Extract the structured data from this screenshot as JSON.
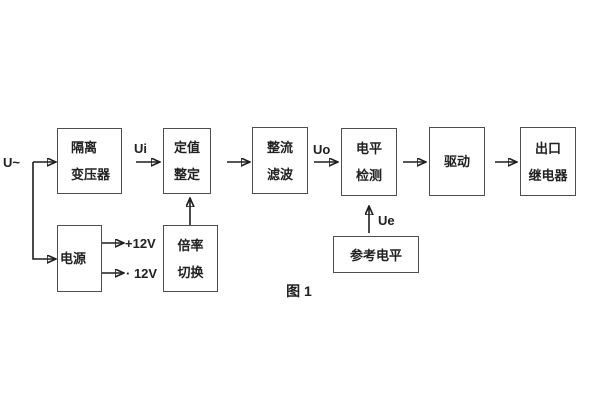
{
  "figure": {
    "caption": "图 1",
    "background_color": "#ffffff",
    "line_color": "#1e1e1e",
    "box_border_color": "#4e4e4e",
    "text_color": "#212121"
  },
  "signals": {
    "input": "U~",
    "ui": "Ui",
    "uo": "Uo",
    "ue": "Ue",
    "plus_12v": "+12V",
    "minus_12v": "· 12V"
  },
  "blocks": {
    "isolation_transformer": {
      "line1": "隔离",
      "line2": "变压器"
    },
    "setpoint_setting": {
      "line1": "定值",
      "line2": "整定"
    },
    "rectifier_filter": {
      "line1": "整流",
      "line2": "滤波"
    },
    "level_detection": {
      "line1": "电平",
      "line2": "检测"
    },
    "drive": {
      "line1": "驱动"
    },
    "output_relay": {
      "line1": "出口",
      "line2": "继电器"
    },
    "power_supply": {
      "line1": "电源"
    },
    "ratio_switch": {
      "line1": "倍率",
      "line2": "切换"
    },
    "reference_level": {
      "line1": "参考电平"
    }
  }
}
